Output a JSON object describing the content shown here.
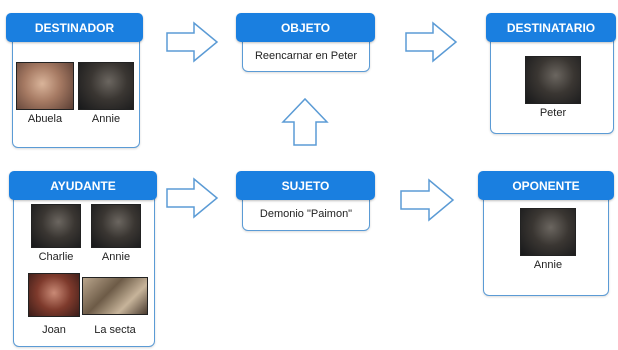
{
  "destinador": {
    "title": "DESTINADOR",
    "people": [
      {
        "name": "Abuela",
        "photo": "elderly-woman-photo"
      },
      {
        "name": "Annie",
        "photo": "woman-photo"
      }
    ]
  },
  "objeto": {
    "title": "OBJETO",
    "text": "Reencarnar en Peter"
  },
  "destinatario": {
    "title": "DESTINATARIO",
    "people": [
      {
        "name": "Peter",
        "photo": "young-man-photo"
      }
    ]
  },
  "ayudante": {
    "title": "AYUDANTE",
    "people": [
      {
        "name": "Charlie",
        "photo": "girl-photo"
      },
      {
        "name": "Annie",
        "photo": "woman-photo"
      },
      {
        "name": "Joan",
        "photo": "woman-red-photo"
      },
      {
        "name": "La secta",
        "photo": "cult-photo"
      }
    ]
  },
  "sujeto": {
    "title": "SUJETO",
    "text": "Demonio \"Paimon\""
  },
  "oponente": {
    "title": "OPONENTE",
    "people": [
      {
        "name": "Annie",
        "photo": "woman-photo"
      }
    ]
  },
  "colors": {
    "header": "#1a7fe0",
    "border": "#5b9bd5",
    "arrow": "#5b9bd5"
  }
}
